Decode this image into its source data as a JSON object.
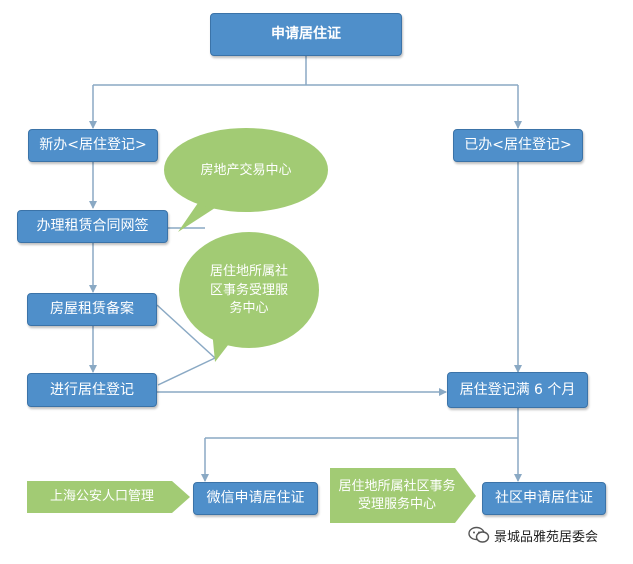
{
  "colors": {
    "box_fill": "#4f8fca",
    "box_border": "#3b73a8",
    "bubble_fill": "#a2cb74",
    "green_box_fill": "#a2cb74",
    "connector": "#8aa9c4"
  },
  "nodes": {
    "apply": "申请居住证",
    "new_register": "新办<居住登记>",
    "rent_contract": "办理租赁合同网签",
    "rent_filing": "房屋租赁备案",
    "do_register": "进行居住登记",
    "already_register": "已办<居住登记>",
    "six_months": "居住登记满 6 个月",
    "wechat_apply": "微信申请居住证",
    "community_apply": "社区申请居住证"
  },
  "callouts": {
    "real_estate_center": "房地产交易中心",
    "community_affairs_center": "居住地所属社区事务受理服务中心"
  },
  "side_labels": {
    "shanghai_police": "上海公安人口管理",
    "community_center_green": "居住地所属社区事务受理服务中心"
  },
  "brand": {
    "icon": "wechat-icon",
    "name": "景城品雅苑居委会"
  }
}
